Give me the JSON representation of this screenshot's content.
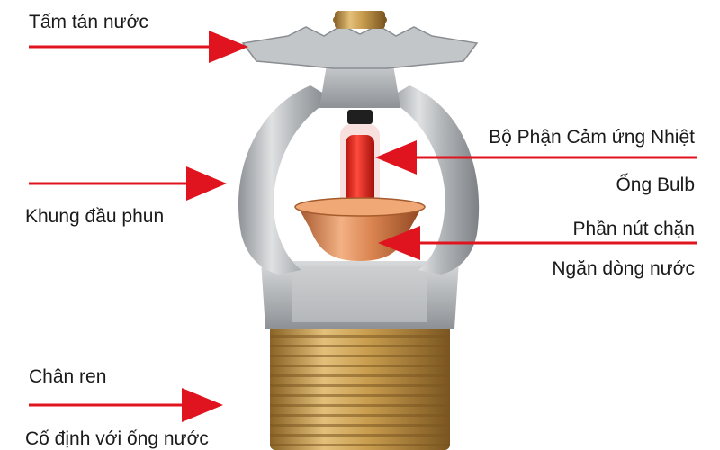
{
  "labels": {
    "deflector": "Tấm tán nước",
    "frame": "Khung đầu phun",
    "thread_line1": "Chân ren",
    "thread_line2": "Cố định với ống nước",
    "sensor_line1": "Bộ Phận Cảm ứng Nhiệt",
    "sensor_line2": "Ống Bulb",
    "cap_line1": "Phần nút chặn",
    "cap_line2": "Ngăn dòng nước"
  },
  "colors": {
    "arrow": "#e0141e",
    "frame_metal": "#b9bcbf",
    "brass": "#c49a4a",
    "copper": "#d98a55",
    "bulb_liquid": "#e8231b"
  }
}
